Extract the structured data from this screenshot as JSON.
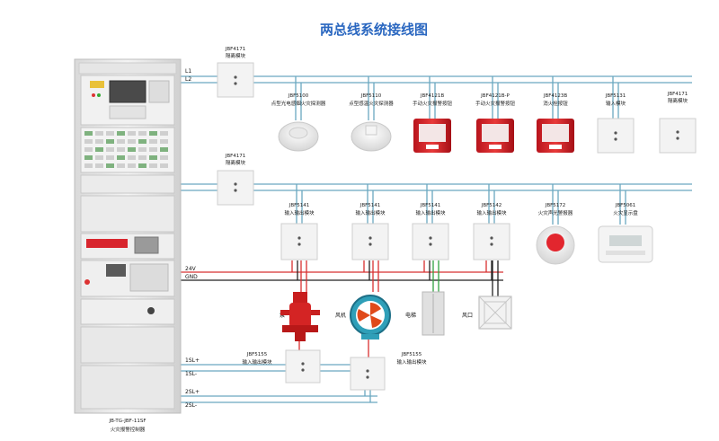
{
  "title": "两总线系统接线图",
  "controller": {
    "model": "JB-TG-JBF-11SF",
    "name": "火灾报警控制器"
  },
  "colors": {
    "bus": "#6aa8c0",
    "power_red": "#d83030",
    "gnd": "#222222",
    "title": "#2a67c0"
  },
  "wires": {
    "l1": "L1",
    "l2": "L2",
    "v24": "24V",
    "gnd": "GND",
    "sl1p": "1SL+",
    "sl1m": "1SL-",
    "sl2p": "2SL+",
    "sl2m": "2SL-"
  },
  "isolators": [
    {
      "model": "JBF4171",
      "name": "隔离模块"
    },
    {
      "model": "JBF4171",
      "name": "隔离模块"
    },
    {
      "model": "JBF4171",
      "name": "隔离模块"
    }
  ],
  "row1": [
    {
      "model": "JBF5100",
      "name": "点型光电感烟火灾探测器",
      "icon": "smoke-detector-icon"
    },
    {
      "model": "JBF5110",
      "name": "点型感温火灾探测器",
      "icon": "heat-detector-icon"
    },
    {
      "model": "JBF4121B",
      "name": "手动火灾报警按钮",
      "icon": "manual-call-point-icon"
    },
    {
      "model": "JBF4121B-P",
      "name": "手动火灾报警按钮",
      "icon": "manual-call-point-icon"
    },
    {
      "model": "JBF4123B",
      "name": "消火栓按钮",
      "icon": "hydrant-button-icon"
    },
    {
      "model": "JBF5131",
      "name": "输入模块",
      "icon": "input-module-icon"
    }
  ],
  "row2": [
    {
      "model": "JBF5141",
      "name": "输入输出模块"
    },
    {
      "model": "JBF5141",
      "name": "输入输出模块"
    },
    {
      "model": "JBF5141",
      "name": "输入输出模块"
    },
    {
      "model": "JBF5142",
      "name": "输入输出模块"
    },
    {
      "model": "JBF5172",
      "name": "火灾声光警报器"
    },
    {
      "model": "JBF5061",
      "name": "火灾显示盘"
    }
  ],
  "equipment": [
    "泵",
    "风机",
    "电梯",
    "风口"
  ],
  "row3": [
    {
      "model": "JBF5155",
      "name": "输入输出模块"
    },
    {
      "model": "JBF5155",
      "name": "输入输出模块"
    }
  ]
}
